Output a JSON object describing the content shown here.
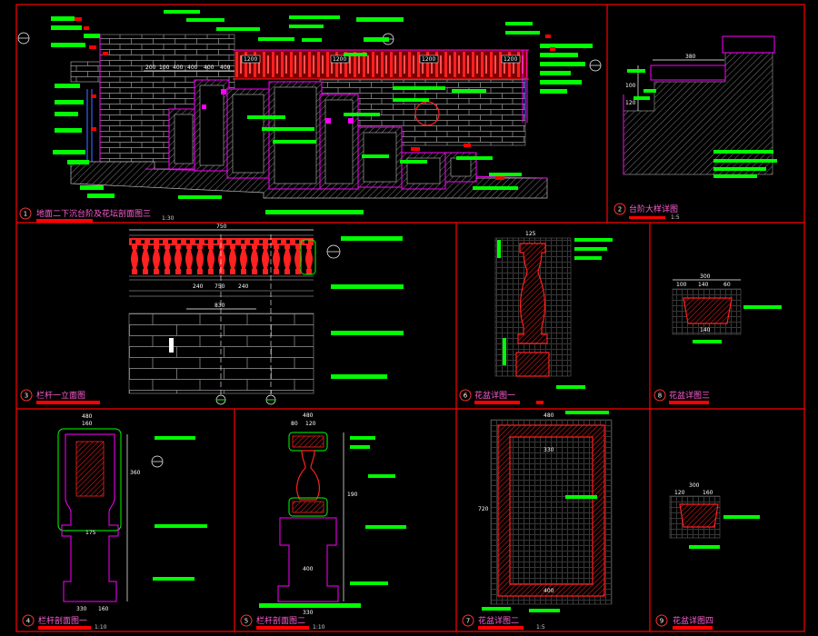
{
  "panels": [
    {
      "id": "1",
      "title": "地面二下沉台阶及花坛剖面图三",
      "scale": "1:30"
    },
    {
      "id": "2",
      "title": "台阶大样详图",
      "scale": "1:5"
    },
    {
      "id": "3",
      "title": "栏杆一立面图"
    },
    {
      "id": "6",
      "title": "花盆详图一"
    },
    {
      "id": "8",
      "title": "花盆详图三"
    },
    {
      "id": "4",
      "title": "栏杆剖面图一",
      "scale": "1:10"
    },
    {
      "id": "5",
      "title": "栏杆剖面图二",
      "scale": "1:10"
    },
    {
      "id": "7",
      "title": "花盆详图二",
      "scale": "1:5"
    },
    {
      "id": "9",
      "title": "花盆详图四"
    }
  ],
  "dims": {
    "p1": [
      "200",
      "100",
      "400",
      "400",
      "400",
      "400",
      "1200",
      "1200",
      "1200",
      "1200"
    ],
    "p2": [
      "380",
      "100",
      "120"
    ],
    "p3": [
      "750",
      "240",
      "750",
      "240",
      "830"
    ],
    "p6": [
      "125"
    ],
    "p8": [
      "300",
      "100",
      "140",
      "60",
      "140"
    ],
    "p4": [
      "480",
      "160",
      "360",
      "175",
      "330",
      "160"
    ],
    "p5": [
      "480",
      "80",
      "120",
      "190",
      "400",
      "330"
    ],
    "p7": [
      "480",
      "330",
      "720",
      "400"
    ],
    "p9": [
      "300",
      "160",
      "120"
    ]
  },
  "colors": {
    "background": "#000000",
    "frame": "#ff0000",
    "label_bar": "#00ff00",
    "outline": "#ff00ff",
    "ornament": "#ff2020",
    "hatch": "#7d7d7d"
  }
}
